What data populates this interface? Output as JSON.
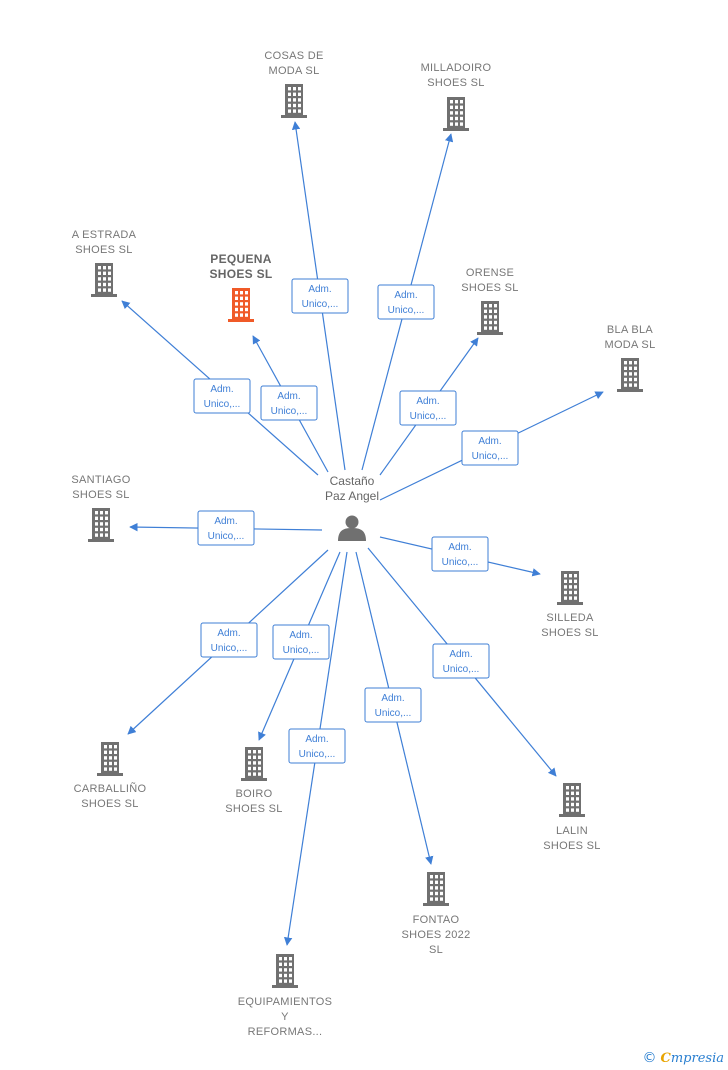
{
  "center": {
    "name_lines": [
      "Castaño",
      "Paz Angel"
    ],
    "icon": "person-icon"
  },
  "edge_label_lines": [
    "Adm.",
    "Unico,..."
  ],
  "colors": {
    "edge": "#3f7fd6",
    "building": "#707070",
    "building_highlight": "#f05a28",
    "person": "#707070"
  },
  "nodes": [
    {
      "id": "cosas-de-moda",
      "label_lines": [
        "COSAS DE",
        "MODA  SL"
      ],
      "highlight": false
    },
    {
      "id": "milladoiro-shoes",
      "label_lines": [
        "MILLADOIRO",
        "SHOES  SL"
      ],
      "highlight": false
    },
    {
      "id": "a-estrada-shoes",
      "label_lines": [
        "A ESTRADA",
        "SHOES  SL"
      ],
      "highlight": false
    },
    {
      "id": "pequena-shoes",
      "label_lines": [
        "PEQUENA",
        "SHOES  SL"
      ],
      "highlight": true
    },
    {
      "id": "orense-shoes",
      "label_lines": [
        "ORENSE",
        "SHOES  SL"
      ],
      "highlight": false
    },
    {
      "id": "bla-bla-moda",
      "label_lines": [
        "BLA BLA",
        "MODA  SL"
      ],
      "highlight": false
    },
    {
      "id": "santiago-shoes",
      "label_lines": [
        "SANTIAGO",
        "SHOES  SL"
      ],
      "highlight": false
    },
    {
      "id": "silleda-shoes",
      "label_lines": [
        "SILLEDA",
        "SHOES  SL"
      ],
      "highlight": false
    },
    {
      "id": "carballino-shoes",
      "label_lines": [
        "CARBALLIÑO",
        "SHOES  SL"
      ],
      "highlight": false
    },
    {
      "id": "boiro-shoes",
      "label_lines": [
        "BOIRO",
        "SHOES  SL"
      ],
      "highlight": false
    },
    {
      "id": "lalin-shoes",
      "label_lines": [
        "LALIN",
        "SHOES  SL"
      ],
      "highlight": false
    },
    {
      "id": "fontao-shoes-2022",
      "label_lines": [
        "FONTAO",
        "SHOES 2022",
        "SL"
      ],
      "highlight": false
    },
    {
      "id": "equipamientos-reformas",
      "label_lines": [
        "EQUIPAMIENTOS",
        "Y",
        "REFORMAS..."
      ],
      "highlight": false
    }
  ],
  "footer": {
    "copyright_symbol": "©",
    "brand_initial": "C",
    "brand_rest": "mpresia"
  }
}
